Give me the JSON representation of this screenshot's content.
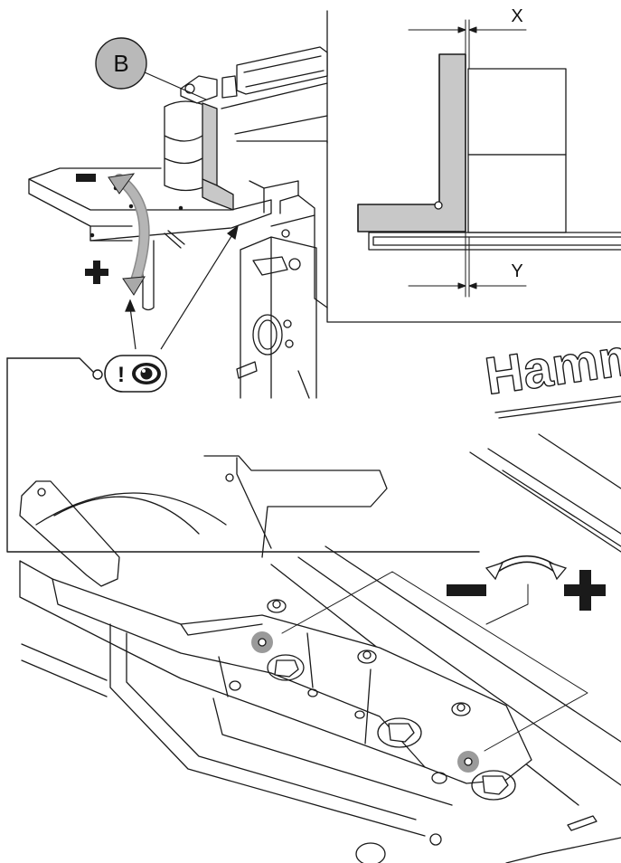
{
  "callout_b": {
    "letter": "B",
    "fill": "#b9b9b9"
  },
  "detail_labels": {
    "x": "X",
    "y": "Y"
  },
  "rotation_top": {
    "minus": "−",
    "plus": "+"
  },
  "rotation_bottom": {
    "minus": "−",
    "plus": "+"
  },
  "attention_icon": {
    "mark": "!",
    "name": "eye-icon"
  },
  "brand_text": "Hamm",
  "colors": {
    "line": "#1a1a1a",
    "gray_part": "#c8c8c8",
    "arrow_gray": "#a9a9a9",
    "screw_mark": "#9a9a9a"
  }
}
